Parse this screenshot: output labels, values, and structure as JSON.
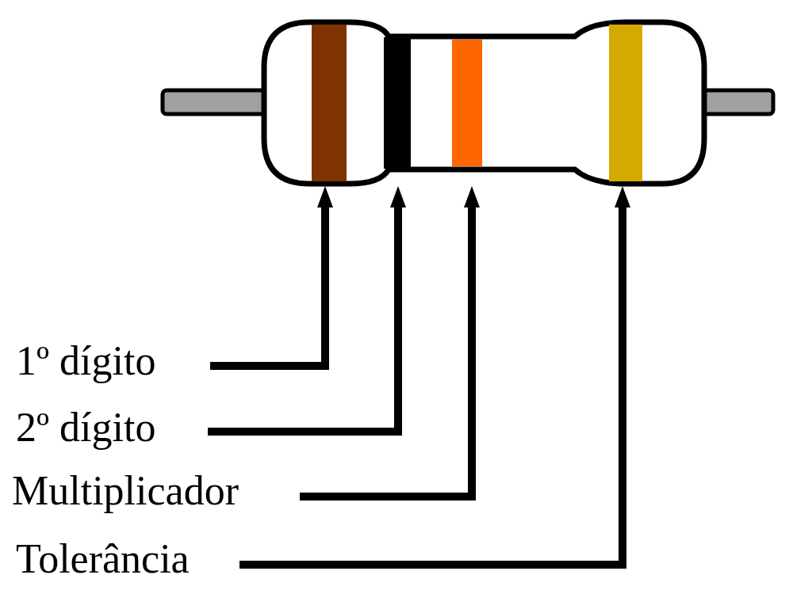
{
  "diagram": {
    "labels": [
      "1º dígito",
      "2º dígito",
      "Multiplicador",
      "Tolerância"
    ]
  }
}
